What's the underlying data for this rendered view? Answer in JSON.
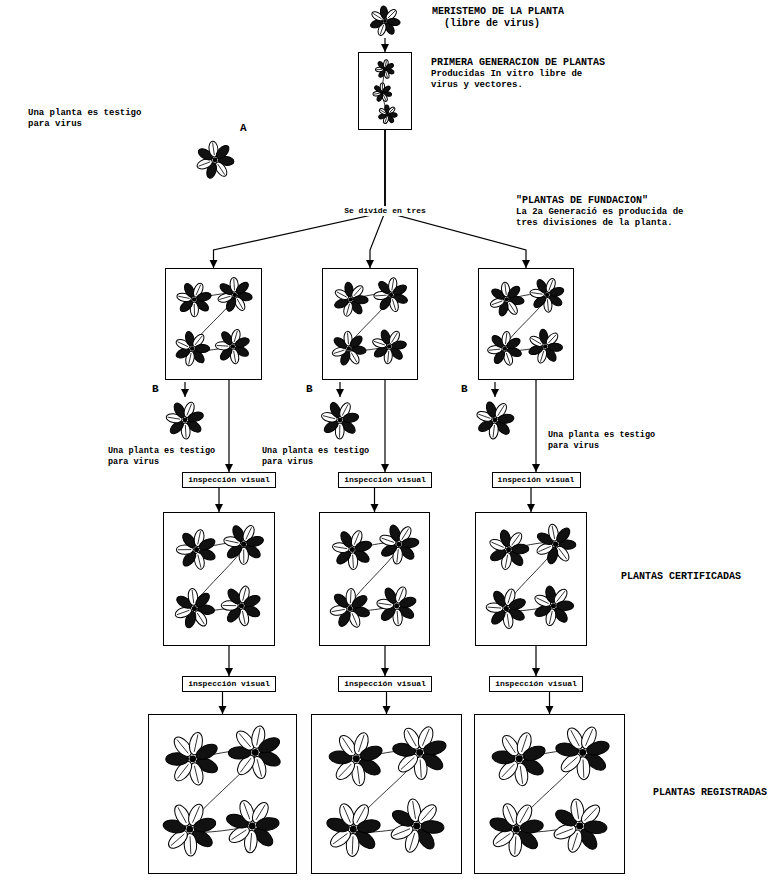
{
  "diagram": {
    "nodes": [
      {
        "text": [
          "MERISTEMO DE LA PLANTA",
          "(libre de virus)"
        ]
      },
      {
        "text": [
          "PRIMERA GENERACION DE PLANTAS",
          "Producidas In vitro libre de virus y vectores."
        ]
      },
      {
        "text": []
      },
      {
        "text": []
      },
      {
        "text": [
          "\"PLANTAS DE FUNDACION\"",
          "La 2a Generació es producida de tres divisiones de la planta."
        ]
      },
      {
        "text": [
          "inspección visual"
        ]
      },
      {
        "text": [
          "inspección visual"
        ]
      },
      {
        "text": [
          "inspeción visual"
        ]
      },
      {
        "text": []
      },
      {
        "text": []
      },
      {
        "text": [
          "PLANTAS CERTIFICADAS"
        ]
      },
      {
        "text": [
          "inspección visual"
        ]
      },
      {
        "text": [
          "inspección visual"
        ]
      },
      {
        "text": [
          "inspección visual"
        ]
      },
      {
        "text": []
      },
      {
        "text": []
      },
      {
        "text": [
          "PLANTAS REGISTRADAS"
        ]
      }
    ],
    "edges": [
      {
        "from": 0,
        "to": 1,
        "arrow": "to"
      },
      {
        "from": 1,
        "to": 2,
        "arrow": "to"
      },
      {
        "from": 1,
        "to": 3,
        "arrow": "to"
      },
      {
        "from": 1,
        "to": 4,
        "arrow": "to"
      },
      {
        "from": 2,
        "to": 5,
        "arrow": "to"
      },
      {
        "from": 3,
        "to": 6,
        "arrow": "to"
      },
      {
        "from": 4,
        "to": 7,
        "arrow": "to"
      },
      {
        "from": 5,
        "to": 8,
        "arrow": "to"
      },
      {
        "from": 6,
        "to": 9,
        "arrow": "to"
      },
      {
        "from": 7,
        "to": 10,
        "arrow": "to"
      },
      {
        "from": 8,
        "to": 11,
        "arrow": "to"
      },
      {
        "from": 9,
        "to": 12,
        "arrow": "to"
      },
      {
        "from": 10,
        "to": 13,
        "arrow": "to"
      },
      {
        "from": 11,
        "to": 14,
        "arrow": "to"
      },
      {
        "from": 12,
        "to": 15,
        "arrow": "to"
      },
      {
        "from": 13,
        "to": 16,
        "arrow": "to"
      }
    ],
    "labels": [
      "Una planta es testigo para virus",
      "A",
      "Se divide en tres",
      "B",
      "B",
      "B",
      "Una planta es testigo para virus",
      "Una planta es testigo para virus",
      "Una planta es testigo para virus"
    ]
  }
}
